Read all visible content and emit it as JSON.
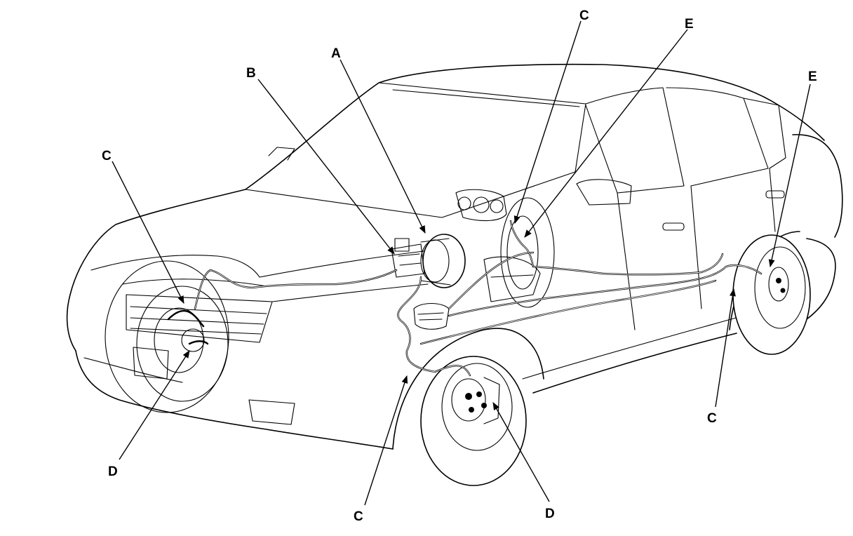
{
  "callouts": {
    "a": "A",
    "b": "B",
    "c1": "C",
    "c2": "C",
    "c3": "C",
    "c4": "C",
    "d1": "D",
    "d2": "D",
    "e1": "E",
    "e2": "E"
  }
}
